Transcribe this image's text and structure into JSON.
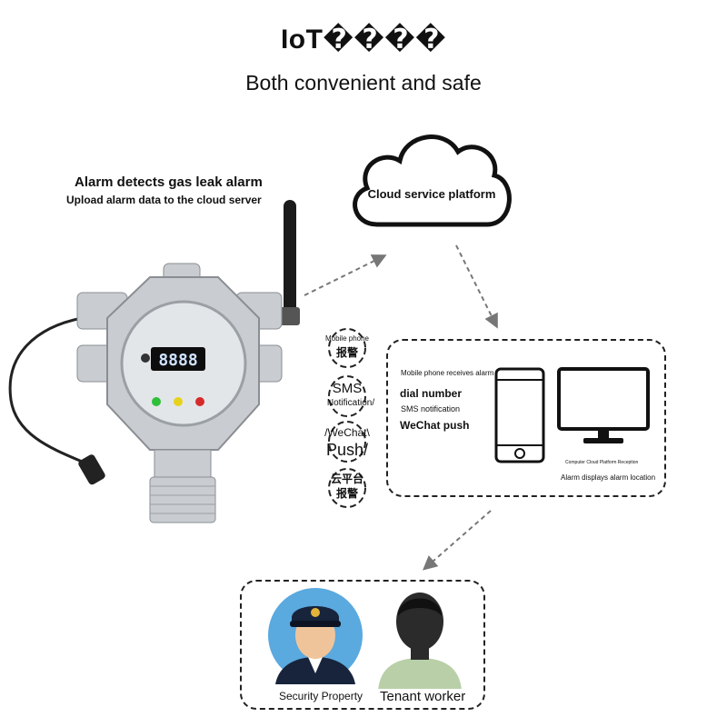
{
  "header": {
    "title": "IoT����",
    "subtitle": "Both convenient and safe"
  },
  "detector": {
    "line1": "Alarm detects gas leak alarm",
    "line2": "Upload alarm data to the cloud server",
    "display": "8888"
  },
  "cloud": {
    "label": "Cloud service platform"
  },
  "badges": [
    {
      "line1": "Mobile phone",
      "line2": "报警"
    },
    {
      "line1": "SMS",
      "line2": "Notification/"
    },
    {
      "line1": "/WeChat\\",
      "line2": "Push/"
    },
    {
      "line1": "云平台",
      "line2": "报警"
    }
  ],
  "notification": {
    "header": "Mobile phone receives alarm",
    "items": [
      "dial number",
      "SMS notification",
      "WeChat push"
    ],
    "computer_caption": "Computer Cloud Platform Reception",
    "alarm_caption": "Alarm displays alarm location"
  },
  "people": {
    "security_label": "Security Property",
    "tenant_label": "Tenant worker"
  },
  "colors": {
    "guard_circle": "#5aa9df",
    "tenant_body": "#b9cfa8",
    "device_body": "#c9cdd1"
  }
}
